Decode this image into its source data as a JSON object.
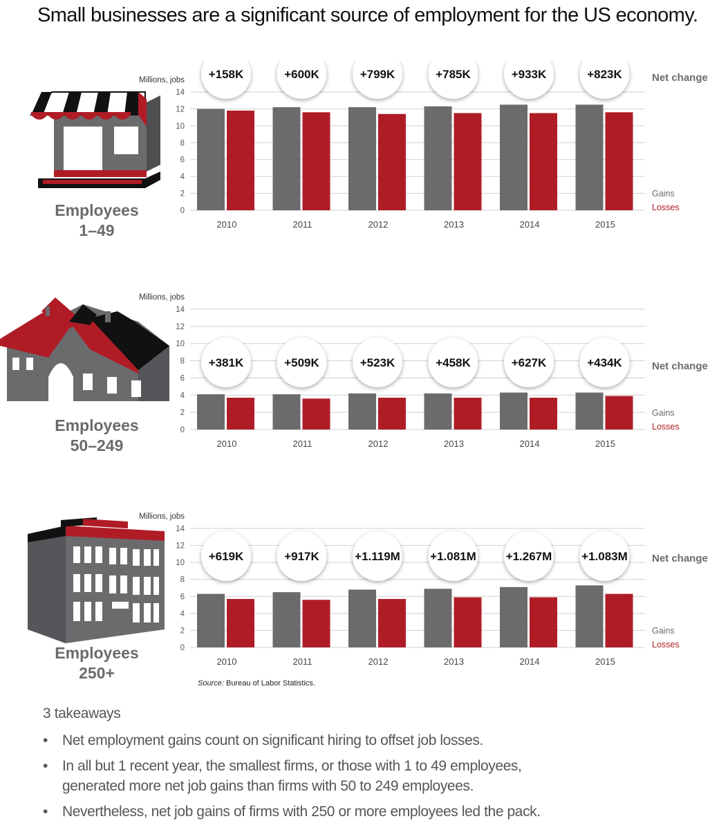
{
  "title": "Small businesses are a significant source of employment for the US economy.",
  "colors": {
    "gains": "#6b6b6e",
    "losses": "#b01c26"
  },
  "labels": {
    "unit": "Millions, jobs",
    "net_change": "Net change",
    "gains": "Gains",
    "losses": "Losses"
  },
  "source": {
    "prefix": "Source:",
    "text": " Bureau of Labor Statistics."
  },
  "takeaways": {
    "heading": "3 takeaways",
    "bullet": "•",
    "items": [
      "Net employment gains count on significant hiring to offset job losses.",
      "In all but 1 recent year, the smallest firms, or those with 1 to 49 employees,",
      "generated more net job gains than firms with 50 to 249 employees.",
      "Nevertheless, net job gains of firms with 250 or more employees led the pack."
    ]
  },
  "panels": [
    {
      "label1": "Employees",
      "label2": "1–49",
      "icon": "storefront-icon"
    },
    {
      "label1": "Employees",
      "label2": "50–249",
      "icon": "house-icon"
    },
    {
      "label1": "Employees",
      "label2": "250+",
      "icon": "office-building-icon"
    }
  ],
  "chart_data": [
    {
      "type": "bar",
      "categories": [
        "2010",
        "2011",
        "2012",
        "2013",
        "2014",
        "2015"
      ],
      "ylabel": "Millions, jobs",
      "ylim": [
        0,
        14
      ],
      "yticks": [
        0,
        2,
        4,
        6,
        8,
        10,
        12,
        14
      ],
      "grid": true,
      "series": [
        {
          "name": "Gains",
          "values": [
            12.0,
            12.2,
            12.2,
            12.3,
            12.5,
            12.5
          ]
        },
        {
          "name": "Losses",
          "values": [
            11.8,
            11.6,
            11.4,
            11.5,
            11.5,
            11.6
          ]
        }
      ],
      "net_change": [
        "+158K",
        "+600K",
        "+799K",
        "+785K",
        "+933K",
        "+823K"
      ]
    },
    {
      "type": "bar",
      "categories": [
        "2010",
        "2011",
        "2012",
        "2013",
        "2014",
        "2015"
      ],
      "ylabel": "Millions, jobs",
      "ylim": [
        0,
        14
      ],
      "yticks": [
        0,
        2,
        4,
        6,
        8,
        10,
        12,
        14
      ],
      "grid": true,
      "series": [
        {
          "name": "Gains",
          "values": [
            4.1,
            4.1,
            4.2,
            4.2,
            4.3,
            4.3
          ]
        },
        {
          "name": "Losses",
          "values": [
            3.7,
            3.6,
            3.7,
            3.7,
            3.7,
            3.9
          ]
        }
      ],
      "net_change": [
        "+381K",
        "+509K",
        "+523K",
        "+458K",
        "+627K",
        "+434K"
      ]
    },
    {
      "type": "bar",
      "categories": [
        "2010",
        "2011",
        "2012",
        "2013",
        "2014",
        "2015"
      ],
      "ylabel": "Millions, jobs",
      "ylim": [
        0,
        14
      ],
      "yticks": [
        0,
        2,
        4,
        6,
        8,
        10,
        12,
        14
      ],
      "grid": true,
      "series": [
        {
          "name": "Gains",
          "values": [
            6.3,
            6.5,
            6.8,
            6.9,
            7.1,
            7.3
          ]
        },
        {
          "name": "Losses",
          "values": [
            5.7,
            5.6,
            5.7,
            5.9,
            5.9,
            6.3
          ]
        }
      ],
      "net_change": [
        "+619K",
        "+917K",
        "+1.119M",
        "+1.081M",
        "+1.267M",
        "+1.083M"
      ]
    }
  ]
}
